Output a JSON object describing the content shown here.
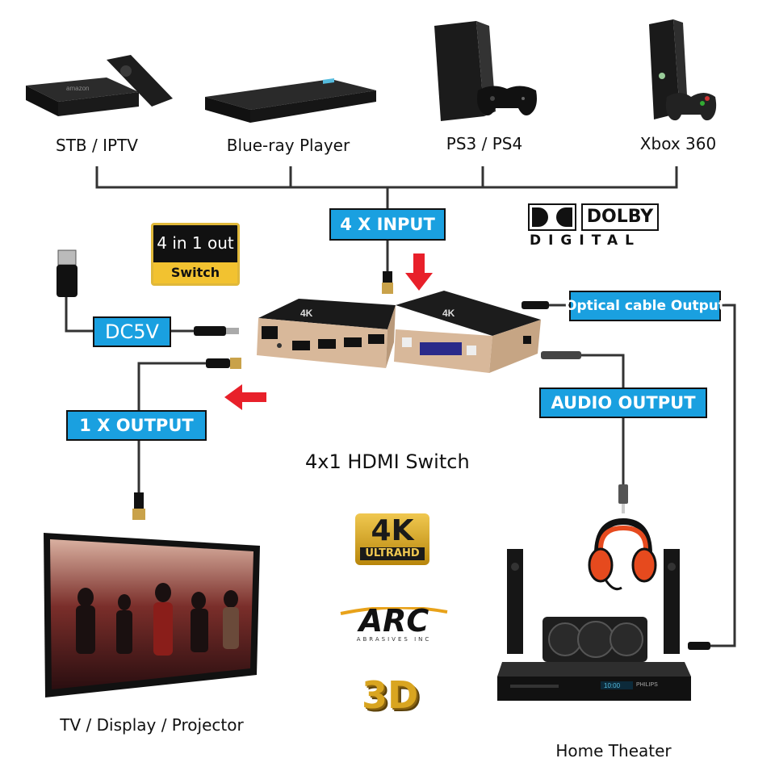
{
  "devices": {
    "stb": "STB / IPTV",
    "bluray": "Blue-ray Player",
    "ps": "PS3 / PS4",
    "xbox": "Xbox 360",
    "tv": "TV / Display / Projector",
    "home_theater": "Home Theater"
  },
  "labels": {
    "input": "4 X INPUT",
    "output": "1 X OUTPUT",
    "dc": "DC5V",
    "optical": "Optical cable Output",
    "audio": "AUDIO OUTPUT",
    "title": "4x1 HDMI Switch"
  },
  "badges": {
    "switch_top": "4 in 1 out",
    "switch_bottom": "Switch",
    "dolby_word": "DOLBY",
    "dolby_sub": "DIGITAL",
    "uhd_big": "4K",
    "uhd_small": "ULTRAHD",
    "arc_big": "ARC",
    "arc_small": "ABRASIVES INC",
    "three_d": "3D"
  },
  "device_marks": {
    "switch_logo": "4K",
    "receiver_brand": "PHILIPS",
    "receiver_display": "10:00",
    "stb_brand": "amazon"
  },
  "colors": {
    "label_blue": "#1aa0e0",
    "arrow_red": "#e8202a",
    "gold": "#c9a24a",
    "line": "#2a2a2a"
  }
}
